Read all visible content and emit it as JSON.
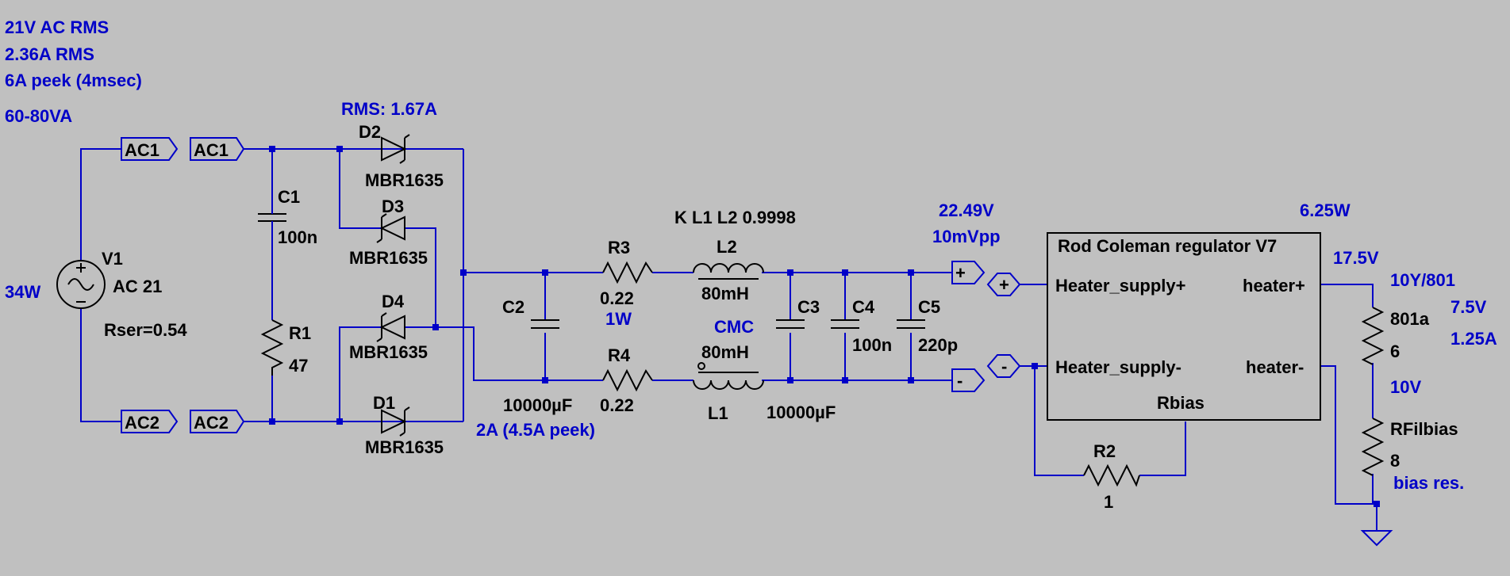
{
  "source_notes": [
    "21V AC RMS",
    "2.36A RMS",
    "6A peek (4msec)",
    "60-80VA"
  ],
  "source": {
    "name": "V1",
    "value": "AC 21",
    "rser": "Rser=0.54",
    "power": "34W"
  },
  "net_labels": {
    "ac1": "AC1",
    "ac2": "AC2",
    "plus": "+",
    "minus": "-"
  },
  "diodes": [
    {
      "name": "D2",
      "part": "MBR1635"
    },
    {
      "name": "D3",
      "part": "MBR1635"
    },
    {
      "name": "D4",
      "part": "MBR1635"
    },
    {
      "name": "D1",
      "part": "MBR1635"
    }
  ],
  "diode_rms": "RMS:  1.67A",
  "components": {
    "c1": {
      "name": "C1",
      "value": "100n"
    },
    "r1": {
      "name": "R1",
      "value": "47"
    },
    "c2": {
      "name": "C2",
      "value": "10000µF"
    },
    "r3": {
      "name": "R3",
      "value": "0.22",
      "note": "1W"
    },
    "r4": {
      "name": "R4",
      "value": "0.22"
    },
    "r4_note": "2A (4.5A peek)",
    "l2": {
      "name": "L2",
      "value": "80mH"
    },
    "l1": {
      "name": "L1",
      "value": "80mH"
    },
    "coupling": "K L1 L2 0.9998",
    "cmc": "CMC",
    "c3": {
      "name": "C3",
      "value": "10000µF"
    },
    "c4": {
      "name": "C4",
      "value": "100n"
    },
    "c5": {
      "name": "C5",
      "value": "220p"
    },
    "r2": {
      "name": "R2",
      "value": "1"
    },
    "filament": {
      "name": "801a",
      "value": "6"
    },
    "rfilbias": {
      "name": "RFilbias",
      "value": "8"
    }
  },
  "output_notes": {
    "voltage": "22.49V",
    "ripple": "10mVpp"
  },
  "regulator": {
    "title": "Rod Coleman regulator V7",
    "power": "6.25W",
    "pin_supply_plus": "Heater_supply+",
    "pin_supply_minus": "Heater_supply-",
    "pin_heater_plus": "heater+",
    "pin_heater_minus": "heater-",
    "pin_rbias": "Rbias"
  },
  "heater_notes": {
    "v_out": "17.5V",
    "tube": "10Y/801",
    "v_fil": "7.5V",
    "i_fil": "1.25A",
    "v_bias": "10V",
    "bias_note": "bias res."
  },
  "colors": {
    "background": "#c0c0c0",
    "wire": "#0000c8",
    "annotation": "#0000c8",
    "symbol": "#000000"
  }
}
